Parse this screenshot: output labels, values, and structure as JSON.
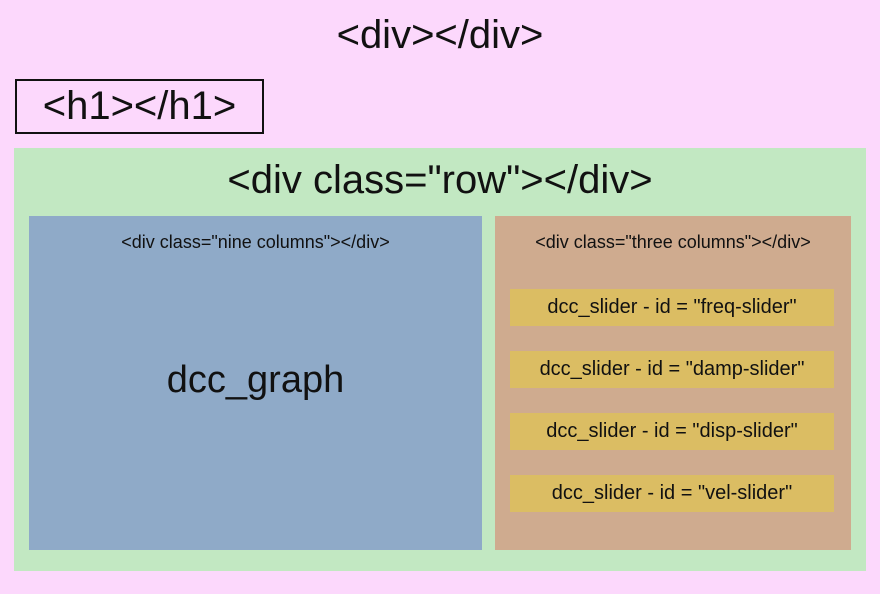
{
  "outer_div": {
    "label": "<div></div>"
  },
  "h1": {
    "label": "<h1></h1>"
  },
  "row": {
    "label": "<div class=\"row\"></div>",
    "nine_columns": {
      "label": "<div class=\"nine columns\"></div>",
      "content": "dcc_graph"
    },
    "three_columns": {
      "label": "<div class=\"three columns\"></div>",
      "sliders": [
        "dcc_slider - id = \"freq-slider\"",
        "dcc_slider - id = \"damp-slider\"",
        "dcc_slider - id = \"disp-slider\"",
        "dcc_slider - id = \"vel-slider\""
      ]
    }
  },
  "colors": {
    "outer_div": "#fcd8fc",
    "row": "#c2e8c2",
    "nine_columns": "#8faac8",
    "three_columns": "#cfab8f",
    "slider": "#dbbd63"
  }
}
